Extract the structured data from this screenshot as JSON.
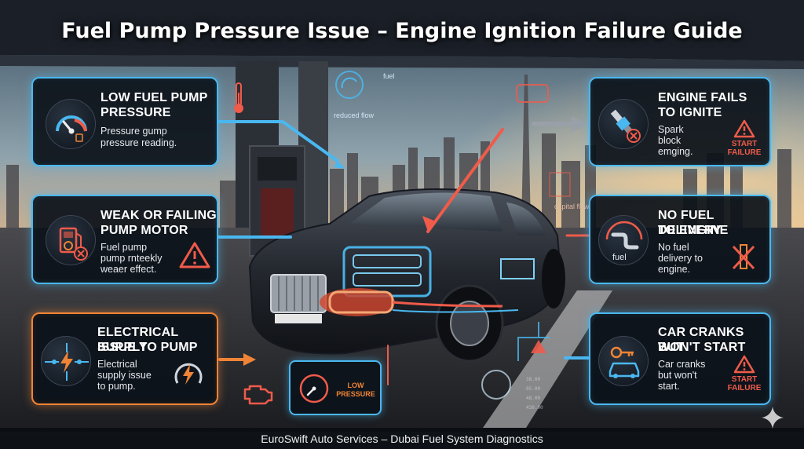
{
  "title": "Fuel Pump Pressure Issue – Engine Ignition Failure Guide",
  "footer": "EuroSwift Auto Services – Dubai Fuel System Diagnostics",
  "cards": {
    "low_pressure": {
      "title_1": "LOW FUEL PUMP",
      "title_2": "PRESSURE",
      "desc_1": "Pressure gump",
      "desc_2": "pressure reading."
    },
    "weak_motor": {
      "title_1": "WEAK OR FAILING",
      "title_2": "PUMP MOTOR",
      "desc_1": "Fuel pump",
      "desc_2": "pump rnteekly",
      "desc_3": "weaer effect."
    },
    "electrical": {
      "title_1": "ELECTRICAL SUPPLY",
      "title_2": "ISSUE TO PUMP",
      "desc_1": "Electrical",
      "desc_2": "supply issue",
      "desc_3": "to pump."
    },
    "fails_ignite": {
      "title_1": "ENGINE FAILS",
      "title_2": "TO IGNITE",
      "desc_1": "Spark",
      "desc_2": "block",
      "desc_3": "emging.",
      "badge_1": "START",
      "badge_2": "FAILURE"
    },
    "no_fuel": {
      "title_1": "NO FUEL DELIVERY",
      "title_2": "TO ENGINE",
      "desc_1": "No fuel",
      "desc_2": "delivery to",
      "desc_3": "engine.",
      "icon_label": "fuel"
    },
    "cranks": {
      "title_1": "CAR CRANKS BUT",
      "title_2": "WON'T START",
      "desc_1": "Car cranks",
      "desc_2": "but won't",
      "desc_3": "start.",
      "badge_1": "START",
      "badge_2": "FAILURE"
    }
  },
  "low_pressure_badge": {
    "line_1": "LOW",
    "line_2": "PRESSURE"
  },
  "overlay_labels": {
    "reduced_flow": "reduced flow",
    "fuel_gauge_tag": "fuel",
    "capital_flow": "capital flow"
  },
  "colors": {
    "blue_accent": "#4ab8f0",
    "orange_accent": "#f08436",
    "alert_red": "#f05b4a"
  },
  "icons": [
    "gauge-icon",
    "fuel-pump-icon",
    "lightning-icon",
    "spark-plug-icon",
    "fuel-line-icon",
    "key-car-icon",
    "warning-icon",
    "check-engine-icon",
    "thermometer-icon",
    "sparkle-icon"
  ]
}
